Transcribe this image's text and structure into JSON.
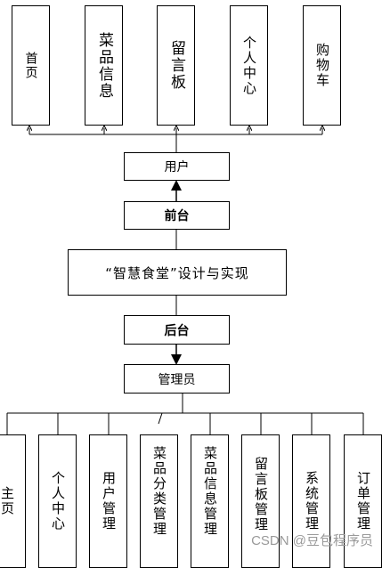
{
  "front_modules": [
    "首页",
    "菜品信息",
    "留言板",
    "个人中心",
    "购物车"
  ],
  "user": "用户",
  "frontend": "前台",
  "system": "“智慧食堂”设计与实现",
  "backend": "后台",
  "admin": "管理员",
  "back_modules": [
    "主页",
    "个人中心",
    "用户管理",
    "菜品分类管理",
    "菜品信息管理",
    "留言板管理",
    "系统管理",
    "订单管理"
  ],
  "watermark": "CSDN @豆包程序员"
}
